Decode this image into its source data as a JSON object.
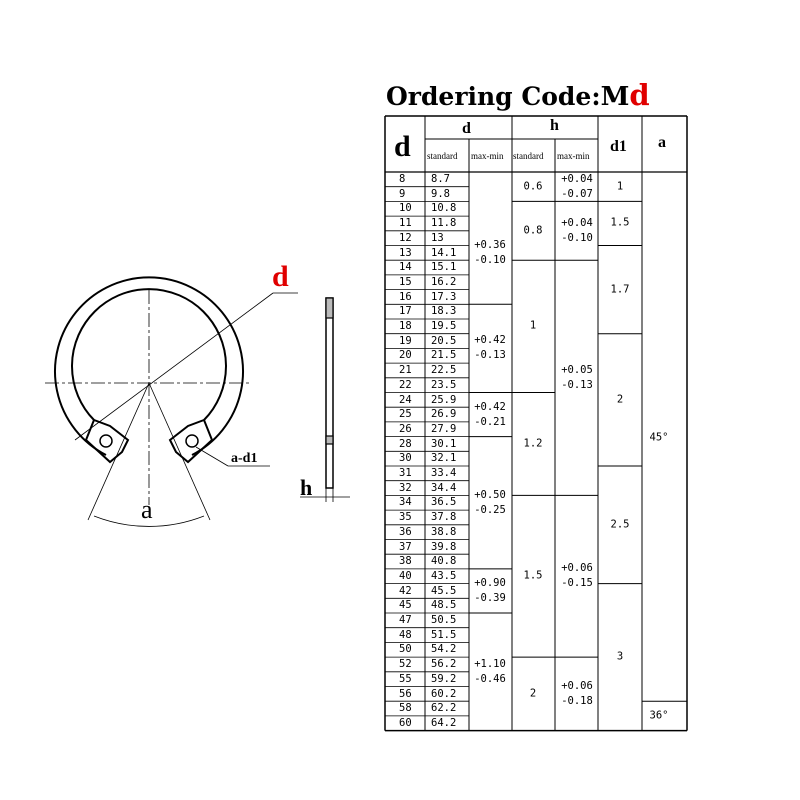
{
  "title": {
    "prefix": "Ordering Code:",
    "code_letter": "M",
    "code_var": "d"
  },
  "drawing_labels": {
    "d": "d",
    "a": "a",
    "a_d1": "a-d1",
    "h": "h"
  },
  "table": {
    "headers": {
      "d": "d",
      "d_group": "d",
      "h_group": "h",
      "d1": "d1",
      "a": "a",
      "standard": "standard",
      "max_min": "max-min"
    },
    "rows": [
      {
        "d": "8",
        "std": "8.7"
      },
      {
        "d": "9",
        "std": "9.8"
      },
      {
        "d": "10",
        "std": "10.8"
      },
      {
        "d": "11",
        "std": "11.8"
      },
      {
        "d": "12",
        "std": "13"
      },
      {
        "d": "13",
        "std": "14.1"
      },
      {
        "d": "14",
        "std": "15.1"
      },
      {
        "d": "15",
        "std": "16.2"
      },
      {
        "d": "16",
        "std": "17.3"
      },
      {
        "d": "17",
        "std": "18.3"
      },
      {
        "d": "18",
        "std": "19.5"
      },
      {
        "d": "19",
        "std": "20.5"
      },
      {
        "d": "20",
        "std": "21.5"
      },
      {
        "d": "21",
        "std": "22.5"
      },
      {
        "d": "22",
        "std": "23.5"
      },
      {
        "d": "24",
        "std": "25.9"
      },
      {
        "d": "25",
        "std": "26.9"
      },
      {
        "d": "26",
        "std": "27.9"
      },
      {
        "d": "28",
        "std": "30.1"
      },
      {
        "d": "30",
        "std": "32.1"
      },
      {
        "d": "31",
        "std": "33.4"
      },
      {
        "d": "32",
        "std": "34.4"
      },
      {
        "d": "34",
        "std": "36.5"
      },
      {
        "d": "35",
        "std": "37.8"
      },
      {
        "d": "36",
        "std": "38.8"
      },
      {
        "d": "37",
        "std": "39.8"
      },
      {
        "d": "38",
        "std": "40.8"
      },
      {
        "d": "40",
        "std": "43.5"
      },
      {
        "d": "42",
        "std": "45.5"
      },
      {
        "d": "45",
        "std": "48.5"
      },
      {
        "d": "47",
        "std": "50.5"
      },
      {
        "d": "48",
        "std": "51.5"
      },
      {
        "d": "50",
        "std": "54.2"
      },
      {
        "d": "52",
        "std": "56.2"
      },
      {
        "d": "55",
        "std": "59.2"
      },
      {
        "d": "56",
        "std": "60.2"
      },
      {
        "d": "58",
        "std": "62.2"
      },
      {
        "d": "60",
        "std": "64.2"
      }
    ],
    "d_tolerance": [
      {
        "from": 2,
        "to": 8,
        "upper": "+0.36",
        "lower": "-0.10"
      },
      {
        "from": 9,
        "to": 14,
        "upper": "+0.42",
        "lower": "-0.13"
      },
      {
        "from": 15,
        "to": 17,
        "upper": "+0.42",
        "lower": "-0.21"
      },
      {
        "from": 18,
        "to": 26,
        "upper": "+0.50",
        "lower": "-0.25"
      },
      {
        "from": 27,
        "to": 29,
        "upper": "+0.90",
        "lower": "-0.39"
      },
      {
        "from": 30,
        "to": 37,
        "upper": "+1.10",
        "lower": "-0.46"
      }
    ],
    "h_standard": [
      {
        "from": 0,
        "to": 1,
        "value": "0.6"
      },
      {
        "from": 2,
        "to": 5,
        "value": "0.8"
      },
      {
        "from": 6,
        "to": 14,
        "value": "1"
      },
      {
        "from": 15,
        "to": 21,
        "value": "1.2"
      },
      {
        "from": 22,
        "to": 32,
        "value": "1.5"
      },
      {
        "from": 33,
        "to": 37,
        "value": "2"
      }
    ],
    "h_tolerance": [
      {
        "from": 0,
        "to": 1,
        "upper": "+0.04",
        "lower": "-0.07"
      },
      {
        "from": 2,
        "to": 5,
        "upper": "+0.04",
        "lower": "-0.10"
      },
      {
        "from": 6,
        "to": 21,
        "upper": "+0.05",
        "lower": "-0.13"
      },
      {
        "from": 22,
        "to": 32,
        "upper": "+0.06",
        "lower": "-0.15"
      },
      {
        "from": 33,
        "to": 37,
        "upper": "+0.06",
        "lower": "-0.18"
      }
    ],
    "d1": [
      {
        "from": 0,
        "to": 1,
        "value": "1"
      },
      {
        "from": 2,
        "to": 4,
        "value": "1.5"
      },
      {
        "from": 5,
        "to": 10,
        "value": "1.7"
      },
      {
        "from": 11,
        "to": 19,
        "value": "2"
      },
      {
        "from": 20,
        "to": 27,
        "value": "2.5"
      },
      {
        "from": 28,
        "to": 37,
        "value": "3"
      }
    ],
    "angle": [
      {
        "from": 0,
        "to": 35,
        "value": "45°"
      },
      {
        "from": 36,
        "to": 37,
        "value": "36°"
      }
    ]
  }
}
